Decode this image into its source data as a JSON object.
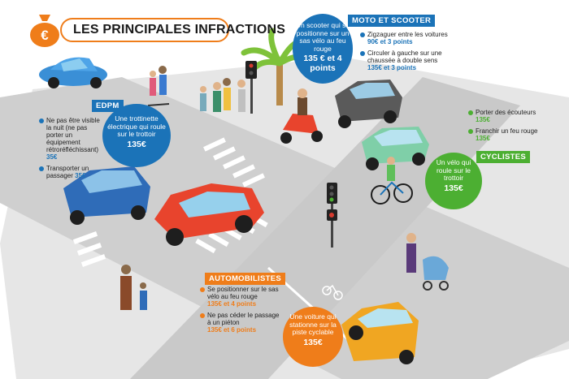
{
  "header": {
    "title": "LES PRINCIPALES INFRACTIONS"
  },
  "colors": {
    "orange": "#ef7d1a",
    "blue": "#1b73b8",
    "green": "#4caf32",
    "asphalt": "#cfcfcf"
  },
  "edpm": {
    "tag": "EDPM",
    "bubble_text": "Une trottinette électrique qui roule sur le trottoir",
    "bubble_price": "135€",
    "items": [
      {
        "text": "Ne pas être visible la nuit (ne pas porter un équipement rétroréfléchissant)",
        "fine": "35€"
      },
      {
        "text": "Transporter un passager",
        "fine": "35€"
      }
    ]
  },
  "moto": {
    "tag": "MOTO ET SCOOTER",
    "bubble_text": "Un scooter qui se positionne sur un sas vélo au feu rouge",
    "bubble_price": "135 € et 4 points",
    "items": [
      {
        "text": "Zigzaguer entre les voitures",
        "fine": "90€ et 3 points"
      },
      {
        "text": "Circuler à gauche sur une chaussée à double sens",
        "fine": "135€ et 3 points"
      }
    ]
  },
  "cyclistes": {
    "tag": "CYCLISTES",
    "bubble_text": "Un vélo qui roule sur le trottoir",
    "bubble_price": "135€",
    "items": [
      {
        "text": "Porter des écouteurs",
        "fine": "135€"
      },
      {
        "text": "Franchir un feu rouge",
        "fine": "135€"
      }
    ]
  },
  "automobilistes": {
    "tag": "AUTOMOBILISTES",
    "bubble_text": "Une voiture qui stationne sur la piste cyclable",
    "bubble_price": "135€",
    "items": [
      {
        "text": "Se positionner sur le sas vélo au feu rouge",
        "fine": "135€ et 4 points"
      },
      {
        "text": "Ne pas céder le passage à un piéton",
        "fine": "135€ et 6 points"
      }
    ]
  }
}
